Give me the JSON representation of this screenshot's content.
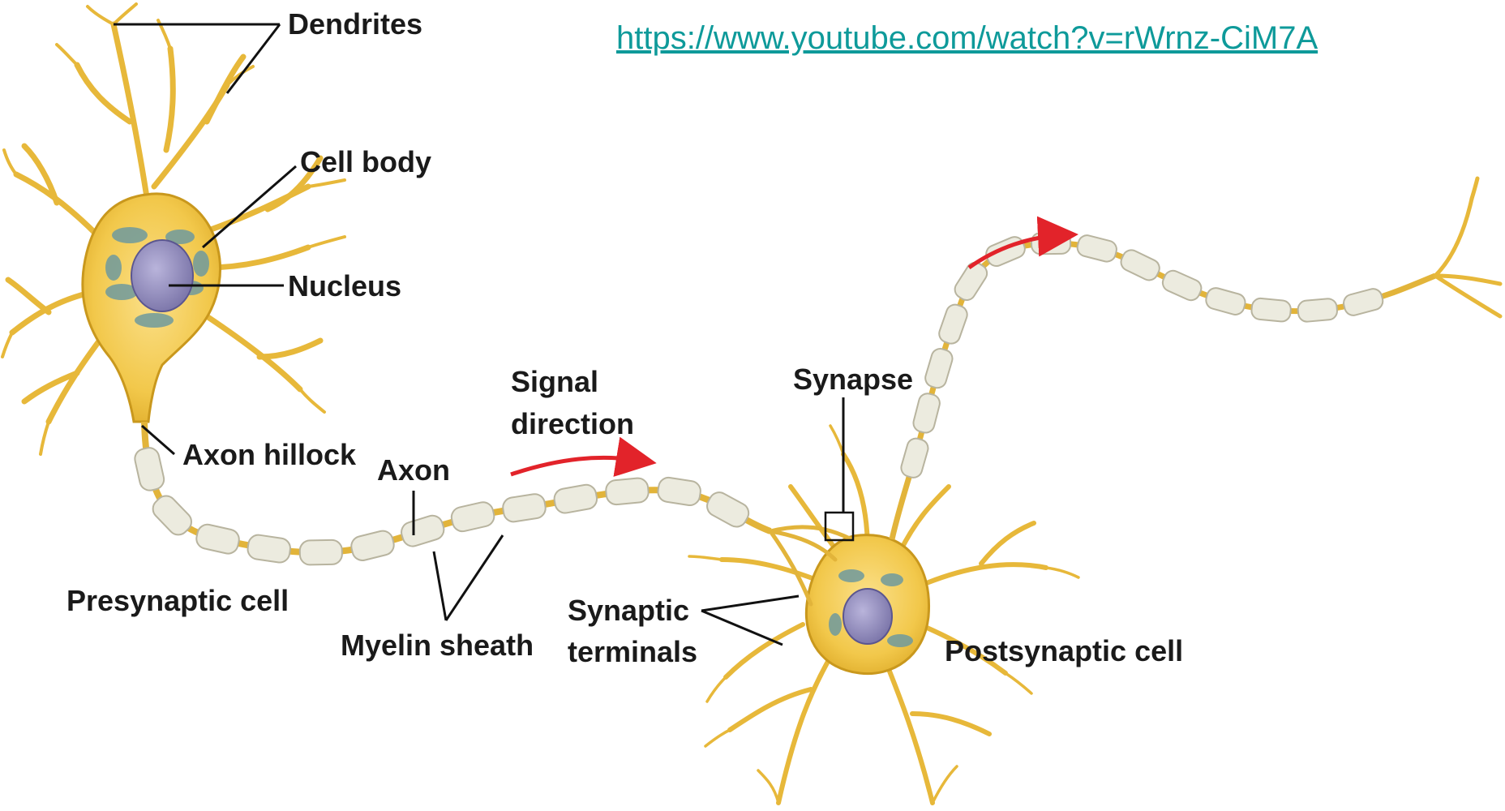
{
  "source_link": "https://www.youtube.com/watch?v=rWrnz-CiM7A",
  "labels": {
    "dendrites": "Dendrites",
    "cell_body": "Cell body",
    "nucleus": "Nucleus",
    "axon_hillock": "Axon hillock",
    "axon": "Axon",
    "presynaptic_cell": "Presynaptic cell",
    "myelin_sheath": "Myelin sheath",
    "signal_direction_line1": "Signal",
    "signal_direction_line2": "direction",
    "synapse": "Synapse",
    "synaptic_terminals_line1": "Synaptic",
    "synaptic_terminals_line2": "terminals",
    "postsynaptic_cell": "Postsynaptic cell"
  },
  "colors": {
    "neuron_fill": "#f2c84b",
    "neuron_stroke": "#c9981d",
    "myelin_fill": "#ecebdf",
    "myelin_stroke": "#b8b49f",
    "nucleus_fill": "#8b86b8",
    "organelle": "#6f9a9e",
    "arrow": "#e2232a",
    "link": "#0e9a9a"
  }
}
